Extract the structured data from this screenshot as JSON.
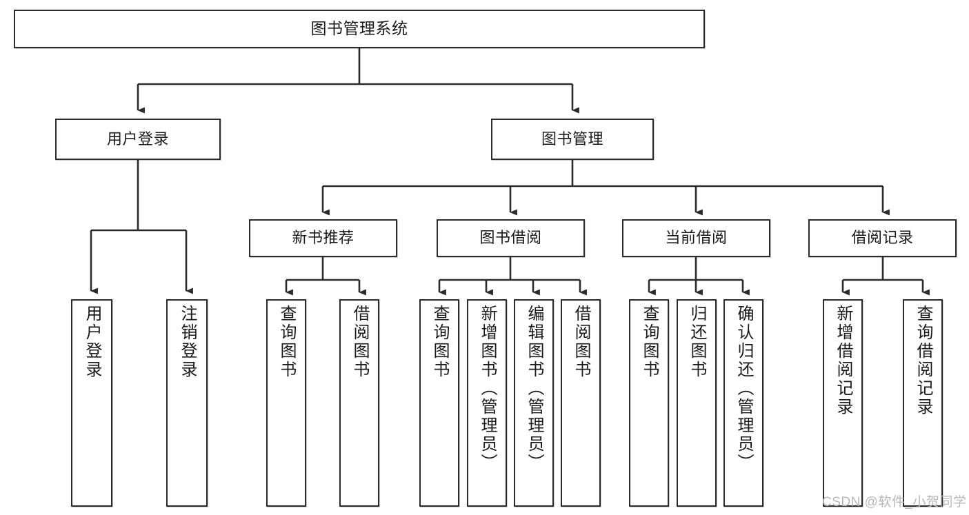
{
  "diagram": {
    "title": "图书管理系统",
    "type": "hierarchy-tree",
    "levels": 4,
    "nodes": {
      "root": {
        "label": "图书管理系统"
      },
      "level1": [
        {
          "label": "用户登录"
        },
        {
          "label": "图书管理"
        }
      ],
      "level2": [
        {
          "label": "新书推荐"
        },
        {
          "label": "图书借阅"
        },
        {
          "label": "当前借阅"
        },
        {
          "label": "借阅记录"
        }
      ],
      "leaves_user_login": [
        {
          "label": "用户登录"
        },
        {
          "label": "注销登录"
        }
      ],
      "leaves_new_book": [
        {
          "label": "查询图书"
        },
        {
          "label": "借阅图书"
        }
      ],
      "leaves_book_borrow": [
        {
          "label": "查询图书"
        },
        {
          "label": "新增图书（管理员）"
        },
        {
          "label": "编辑图书（管理员）"
        },
        {
          "label": "借阅图书"
        }
      ],
      "leaves_current_borrow": [
        {
          "label": "查询图书"
        },
        {
          "label": "归还图书"
        },
        {
          "label": "确认归还（管理员）"
        }
      ],
      "leaves_borrow_record": [
        {
          "label": "新增借阅记录"
        },
        {
          "label": "查询借阅记录"
        }
      ]
    },
    "edges": [
      {
        "from": "图书管理系统",
        "to": "用户登录"
      },
      {
        "from": "图书管理系统",
        "to": "图书管理"
      },
      {
        "from": "用户登录",
        "to": "用户登录"
      },
      {
        "from": "用户登录",
        "to": "注销登录"
      },
      {
        "from": "图书管理",
        "to": "新书推荐"
      },
      {
        "from": "图书管理",
        "to": "图书借阅"
      },
      {
        "from": "图书管理",
        "to": "当前借阅"
      },
      {
        "from": "图书管理",
        "to": "借阅记录"
      },
      {
        "from": "新书推荐",
        "to": "查询图书"
      },
      {
        "from": "新书推荐",
        "to": "借阅图书"
      },
      {
        "from": "图书借阅",
        "to": "查询图书"
      },
      {
        "from": "图书借阅",
        "to": "新增图书（管理员）"
      },
      {
        "from": "图书借阅",
        "to": "编辑图书（管理员）"
      },
      {
        "from": "图书借阅",
        "to": "借阅图书"
      },
      {
        "from": "当前借阅",
        "to": "查询图书"
      },
      {
        "from": "当前借阅",
        "to": "归还图书"
      },
      {
        "from": "当前借阅",
        "to": "确认归还（管理员）"
      },
      {
        "from": "借阅记录",
        "to": "新增借阅记录"
      },
      {
        "from": "借阅记录",
        "to": "查询借阅记录"
      }
    ],
    "colors": {
      "border": "#2b2b2b",
      "fill": "#ffffff",
      "text": "#1a1a1a",
      "connector": "#2b2b2b",
      "watermark": "#b8b8b8"
    }
  },
  "watermark": {
    "text": "CSDN @软件_小贺同学"
  }
}
